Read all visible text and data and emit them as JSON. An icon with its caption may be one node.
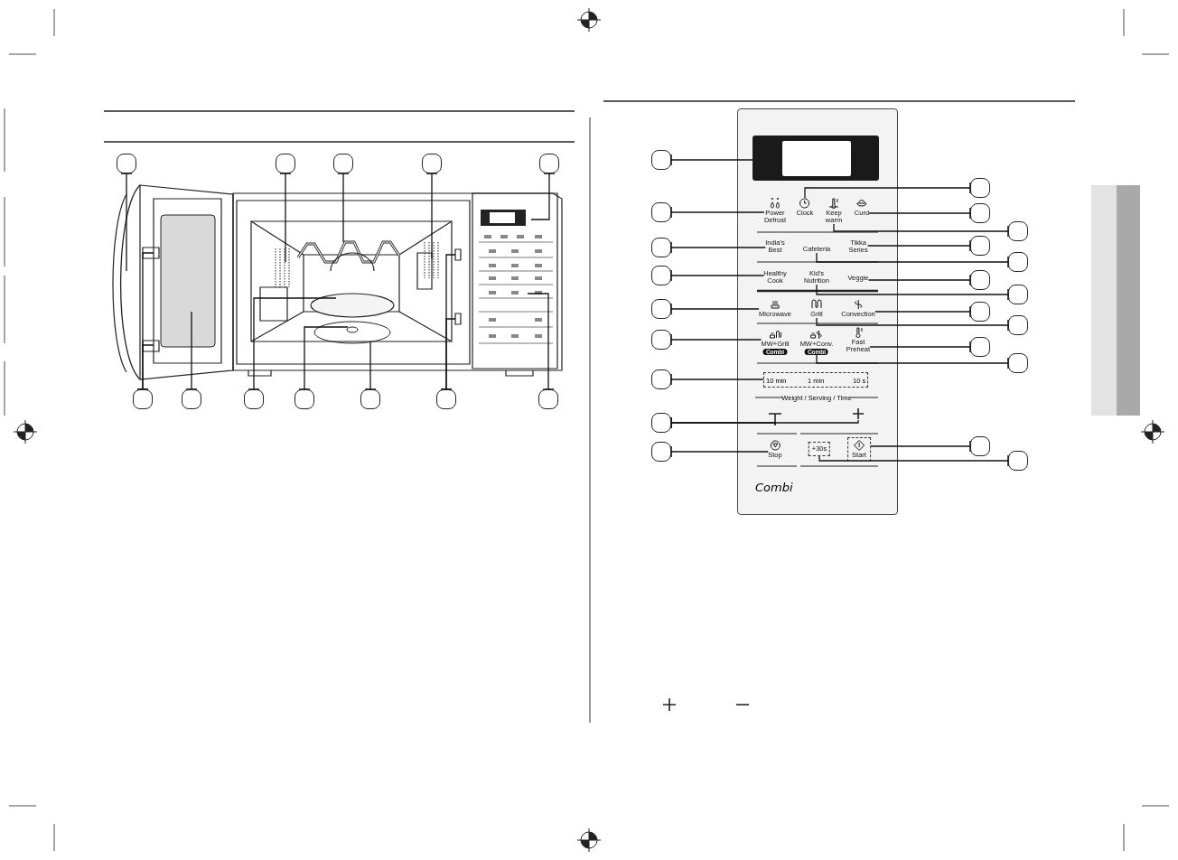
{
  "diagram": {
    "nodes": [
      {
        "text": [],
        "shape": "circle"
      },
      {
        "text": [],
        "shape": "circle"
      },
      {
        "text": [],
        "shape": "circle"
      },
      {
        "text": [],
        "shape": "circle"
      },
      {
        "text": [],
        "shape": "circle"
      },
      {
        "text": [],
        "shape": "circle"
      },
      {
        "text": [],
        "shape": "circle"
      },
      {
        "text": [],
        "shape": "circle"
      },
      {
        "text": [],
        "shape": "circle"
      },
      {
        "text": [],
        "shape": "circle"
      },
      {
        "text": [],
        "shape": "circle"
      },
      {
        "text": [],
        "shape": "circle"
      },
      {
        "text": [],
        "shape": "box"
      },
      {
        "text": [
          "Power Defrost"
        ]
      },
      {
        "text": [
          "Clock"
        ]
      },
      {
        "text": [
          "Keep warm"
        ]
      },
      {
        "text": [
          "Curd"
        ]
      },
      {
        "text": [
          "India's Best"
        ]
      },
      {
        "text": [
          "Cafeteria"
        ]
      },
      {
        "text": [
          "Tikka Series"
        ]
      },
      {
        "text": [
          "Healthy Cook"
        ]
      },
      {
        "text": [
          "Kid's Nutrition"
        ]
      },
      {
        "text": [
          "Veggie"
        ]
      },
      {
        "text": [
          "Microwave"
        ]
      },
      {
        "text": [
          "Grill"
        ]
      },
      {
        "text": [
          "Convection"
        ]
      },
      {
        "text": [
          "MW+Grill",
          "Combi"
        ]
      },
      {
        "text": [
          "MW+Conv.",
          "Combi"
        ]
      },
      {
        "text": [
          "Fast Preheat"
        ]
      },
      {
        "text": [
          "10 min",
          "1 min",
          "10 s"
        ]
      },
      {
        "text": [
          "Stop"
        ]
      },
      {
        "text": [
          "+30s"
        ]
      },
      {
        "text": [
          "Start"
        ]
      },
      {
        "text": [],
        "shape": "circle"
      },
      {
        "text": [],
        "shape": "circle"
      },
      {
        "text": [],
        "shape": "circle"
      },
      {
        "text": [],
        "shape": "circle"
      },
      {
        "text": [],
        "shape": "circle"
      },
      {
        "text": [],
        "shape": "circle"
      },
      {
        "text": [],
        "shape": "circle"
      },
      {
        "text": [],
        "shape": "circle"
      },
      {
        "text": [],
        "shape": "circle"
      },
      {
        "text": [],
        "shape": "circle"
      },
      {
        "text": [],
        "shape": "circle"
      },
      {
        "text": [],
        "shape": "circle"
      },
      {
        "text": [],
        "shape": "circle"
      },
      {
        "text": [],
        "shape": "circle"
      },
      {
        "text": [],
        "shape": "circle"
      },
      {
        "text": [],
        "shape": "circle"
      },
      {
        "text": [],
        "shape": "circle"
      },
      {
        "text": [],
        "shape": "circle"
      },
      {
        "text": [],
        "shape": "circle"
      },
      {
        "text": [],
        "shape": "circle"
      },
      {
        "text": [],
        "shape": "circle"
      },
      {
        "text": [],
        "shape": "circle"
      }
    ],
    "edges": [
      {
        "from": 0,
        "to": null,
        "arrow": "other"
      },
      {
        "from": 1,
        "to": null,
        "arrow": "other"
      },
      {
        "from": 2,
        "to": null,
        "arrow": "other"
      },
      {
        "from": 3,
        "to": null,
        "arrow": "other"
      },
      {
        "from": 4,
        "to": null,
        "arrow": "other"
      },
      {
        "from": 5,
        "to": null,
        "arrow": "other"
      },
      {
        "from": 5,
        "to": null,
        "arrow": "other"
      },
      {
        "from": 6,
        "to": null,
        "arrow": "other"
      },
      {
        "from": 7,
        "to": null,
        "arrow": "other"
      },
      {
        "from": 8,
        "to": null,
        "arrow": "other"
      },
      {
        "from": 9,
        "to": null,
        "arrow": "other"
      },
      {
        "from": 10,
        "to": null,
        "arrow": "other"
      },
      {
        "from": 10,
        "to": null,
        "arrow": "other"
      },
      {
        "from": 11,
        "to": null,
        "arrow": "other"
      },
      {
        "from": 33,
        "to": 12,
        "arrow": "other"
      },
      {
        "from": 34,
        "to": 13,
        "arrow": "other"
      },
      {
        "from": 35,
        "to": 17,
        "arrow": "other"
      },
      {
        "from": 36,
        "to": 20,
        "arrow": "other"
      },
      {
        "from": 37,
        "to": 23,
        "arrow": "other"
      },
      {
        "from": 38,
        "to": 26,
        "arrow": "other"
      },
      {
        "from": 39,
        "to": 29,
        "arrow": "other"
      },
      {
        "from": 40,
        "to": null,
        "arrow": "other"
      },
      {
        "from": 40,
        "to": null,
        "arrow": "other"
      },
      {
        "from": 41,
        "to": 30,
        "arrow": "other"
      },
      {
        "from": 42,
        "to": 14,
        "arrow": "other"
      },
      {
        "from": 43,
        "to": 16,
        "arrow": "other"
      },
      {
        "from": 44,
        "to": 15,
        "arrow": "other"
      },
      {
        "from": 45,
        "to": 19,
        "arrow": "other"
      },
      {
        "from": 46,
        "to": 18,
        "arrow": "other"
      },
      {
        "from": 47,
        "to": 22,
        "arrow": "other"
      },
      {
        "from": 48,
        "to": 21,
        "arrow": "other"
      },
      {
        "from": 49,
        "to": 25,
        "arrow": "other"
      },
      {
        "from": 50,
        "to": 24,
        "arrow": "other"
      },
      {
        "from": 51,
        "to": 28,
        "arrow": "other"
      },
      {
        "from": 52,
        "to": 27,
        "arrow": "other"
      },
      {
        "from": 53,
        "to": 32,
        "arrow": "other"
      },
      {
        "from": 54,
        "to": 31,
        "arrow": "other"
      }
    ],
    "labels": [
      "Weight / Serving / Time",
      "Combi"
    ]
  }
}
